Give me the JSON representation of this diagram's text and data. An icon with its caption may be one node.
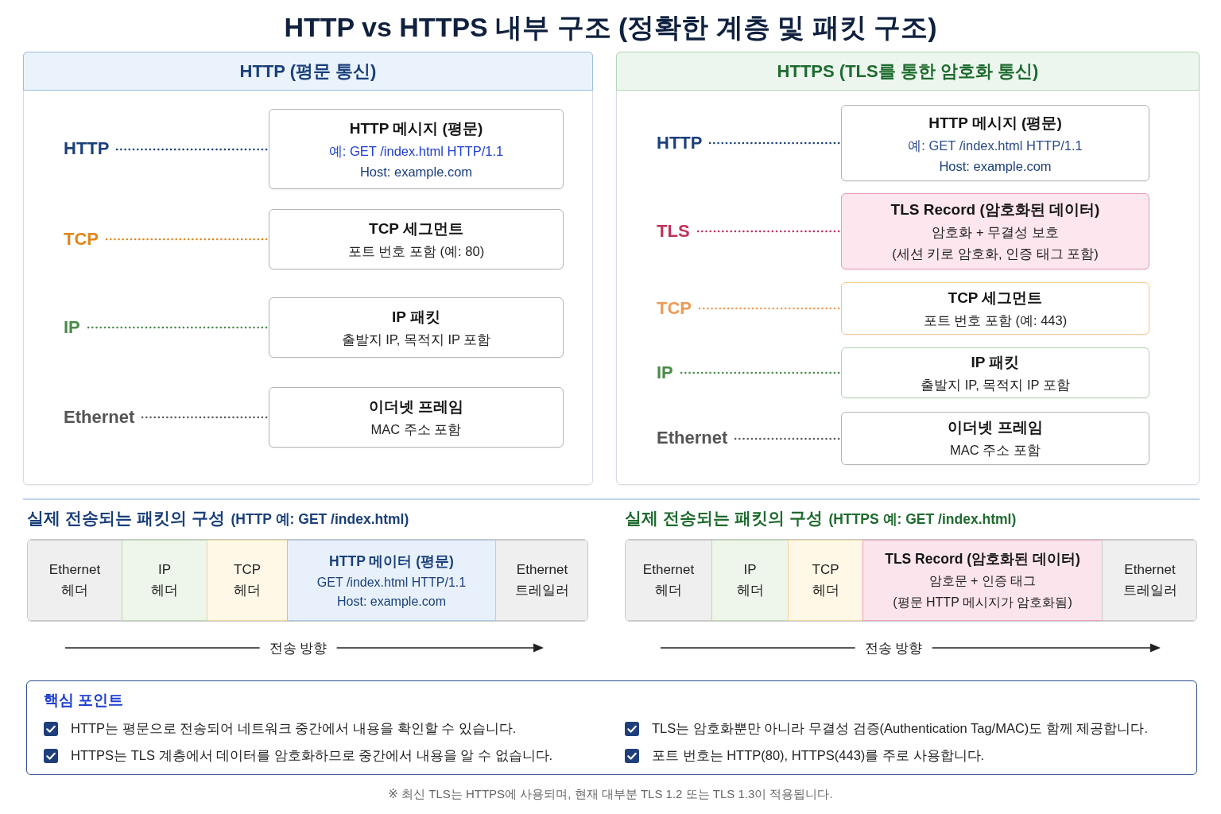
{
  "diagram": {
    "title": "HTTP vs HTTPS 내부 구조 (정확한 계층 및 패킷 구조)",
    "caption": "※ 최신 TLS는 HTTPS에 사용되며, 현재 대부분 TLS 1.2 또는 TLS 1.3이 적용됩니다.",
    "nodes": [
      {
        "text": [
          "HTTP (평문 통신)"
        ]
      },
      {
        "text": [
          "HTTP"
        ],
        "in": 0
      },
      {
        "text": [
          "HTTP 메시지 (평문)",
          "예: GET /index.html HTTP/1.1",
          "Host: example.com"
        ],
        "in": 0
      },
      {
        "text": [
          "TCP"
        ],
        "in": 0
      },
      {
        "text": [
          "TCP 세그먼트",
          "포트 번호 포함 (예: 80)"
        ],
        "in": 0
      },
      {
        "text": [
          "IP"
        ],
        "in": 0
      },
      {
        "text": [
          "IP 패킷",
          "출발지 IP, 목적지 IP 포함"
        ],
        "in": 0
      },
      {
        "text": [
          "Ethernet"
        ],
        "in": 0
      },
      {
        "text": [
          "이더넷 프레임",
          "MAC 주소 포함"
        ],
        "in": 0
      },
      {
        "text": [
          "HTTPS (TLS를 통한 암호화 통신)"
        ]
      },
      {
        "text": [
          "HTTP"
        ],
        "in": 9
      },
      {
        "text": [
          "HTTP 메시지 (평문)",
          "예: GET /index.html HTTP/1.1",
          "Host: example.com"
        ],
        "in": 9
      },
      {
        "text": [
          "TLS"
        ],
        "in": 9
      },
      {
        "text": [
          "TLS Record (암호화된 데이터)",
          "암호화 + 무결성 보호",
          "(세션 키로 암호화, 인증 태그 포함)"
        ],
        "in": 9
      },
      {
        "text": [
          "TCP"
        ],
        "in": 9
      },
      {
        "text": [
          "TCP 세그먼트",
          "포트 번호 포함 (예: 443)"
        ],
        "in": 9
      },
      {
        "text": [
          "IP"
        ],
        "in": 9
      },
      {
        "text": [
          "IP 패킷",
          "출발지 IP, 목적지 IP 포함"
        ],
        "in": 9
      },
      {
        "text": [
          "Ethernet"
        ],
        "in": 9
      },
      {
        "text": [
          "이더넷 프레임",
          "MAC 주소 포함"
        ],
        "in": 9
      },
      {
        "text": [
          "실제 전송되는 패킷의 구성",
          "(HTTP 예: GET /index.html)"
        ]
      },
      {
        "text": [
          "Ethernet 헤더"
        ],
        "in": 20
      },
      {
        "text": [
          "IP 헤더"
        ],
        "in": 20
      },
      {
        "text": [
          "TCP 헤더"
        ],
        "in": 20
      },
      {
        "text": [
          "HTTP 메이터 (평문)",
          "GET /index.html HTTP/1.1",
          "Host: example.com"
        ],
        "in": 20
      },
      {
        "text": [
          "Ethernet 트레일러"
        ],
        "in": 20
      },
      {
        "text": [
          "실제 전송되는 패킷의 구성",
          "(HTTPS 예: GET /index.html)"
        ]
      },
      {
        "text": [
          "Ethernet 헤더"
        ],
        "in": 26
      },
      {
        "text": [
          "IP 헤더"
        ],
        "in": 26
      },
      {
        "text": [
          "TCP 헤더"
        ],
        "in": 26
      },
      {
        "text": [
          "TLS Record (암호화된 데이터)",
          "암호문 + 인증 태그",
          "(평문 HTTP 메시지가 암호화됨)"
        ],
        "in": 26
      },
      {
        "text": [
          "Ethernet 트레일러"
        ],
        "in": 26
      },
      {
        "text": [
          "핵심 포인트",
          "HTTP는 평문으로 전송되어 네트워크 중간에서 내용을 확인할 수 있습니다.",
          "TLS는 암호화뿐만 아니라 무결성 검증(Authentication Tag/MAC)도 함께 제공합니다.",
          "HTTPS는 TLS 계층에서 데이터를 암호화하므로 중간에서 내용을 알 수 없습니다.",
          "포트 번호는 HTTP(80), HTTPS(443)를 주로 사용합니다."
        ]
      }
    ],
    "edges": [
      {
        "from": 1,
        "to": 2,
        "arrow": "none",
        "style": "dashed",
        "color": "#1a3f7a"
      },
      {
        "from": 3,
        "to": 4,
        "arrow": "none",
        "style": "dashed",
        "color": "#e0861a"
      },
      {
        "from": 5,
        "to": 6,
        "arrow": "none",
        "style": "dashed",
        "color": "#4a8a4a"
      },
      {
        "from": 7,
        "to": 8,
        "arrow": "none",
        "style": "dashed",
        "color": "#5e5e5e"
      },
      {
        "from": 10,
        "to": 11,
        "arrow": "none",
        "style": "dashed",
        "color": "#1a3f7a"
      },
      {
        "from": 12,
        "to": 13,
        "arrow": "none",
        "style": "dashed",
        "color": "#c0335a"
      },
      {
        "from": 14,
        "to": 15,
        "arrow": "none",
        "style": "dashed",
        "color": "#ee9a55"
      },
      {
        "from": 16,
        "to": 17,
        "arrow": "none",
        "style": "dashed",
        "color": "#4a8a4a"
      },
      {
        "from": 18,
        "to": 19,
        "arrow": "none",
        "style": "dashed",
        "color": "#5e5e5e"
      }
    ],
    "labels": [
      "전송 방향",
      "전송 방향"
    ]
  }
}
